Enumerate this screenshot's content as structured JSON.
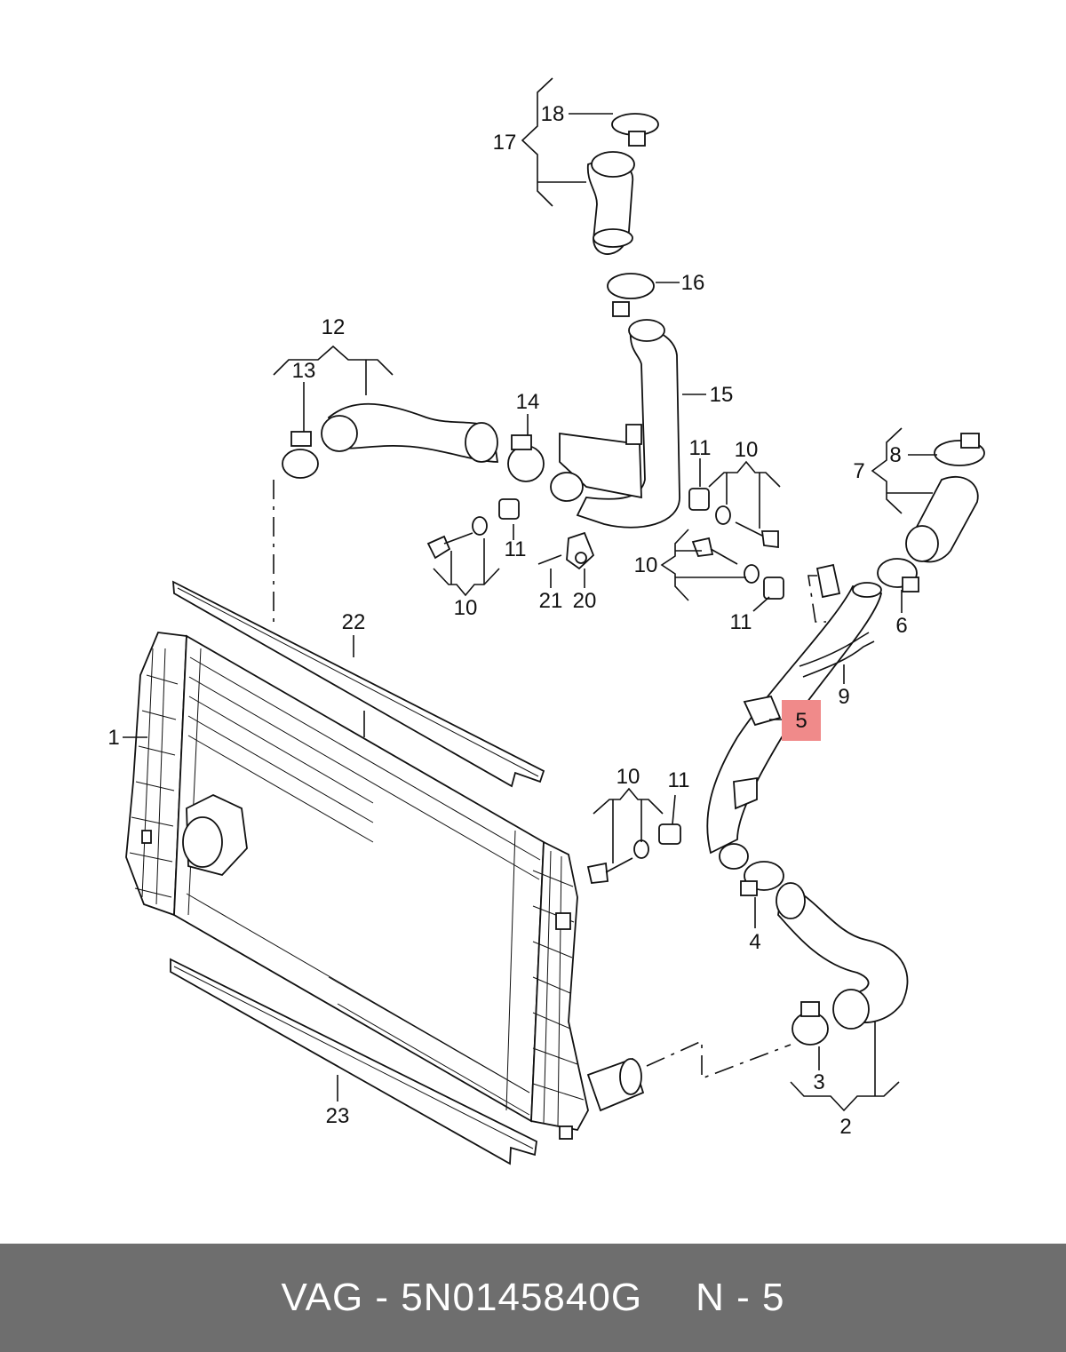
{
  "callouts": [
    {
      "id": "c1",
      "text": "1"
    },
    {
      "id": "c2",
      "text": "2"
    },
    {
      "id": "c3",
      "text": "3"
    },
    {
      "id": "c4",
      "text": "4"
    },
    {
      "id": "c5",
      "text": "5",
      "highlighted": true
    },
    {
      "id": "c6",
      "text": "6"
    },
    {
      "id": "c7",
      "text": "7"
    },
    {
      "id": "c8",
      "text": "8"
    },
    {
      "id": "c9",
      "text": "9"
    },
    {
      "id": "c10a",
      "text": "10"
    },
    {
      "id": "c10b",
      "text": "10"
    },
    {
      "id": "c10c",
      "text": "10"
    },
    {
      "id": "c10d",
      "text": "10"
    },
    {
      "id": "c11a",
      "text": "11"
    },
    {
      "id": "c11b",
      "text": "11"
    },
    {
      "id": "c11c",
      "text": "11"
    },
    {
      "id": "c11d",
      "text": "11"
    },
    {
      "id": "c12",
      "text": "12"
    },
    {
      "id": "c13",
      "text": "13"
    },
    {
      "id": "c14",
      "text": "14"
    },
    {
      "id": "c15",
      "text": "15"
    },
    {
      "id": "c16",
      "text": "16"
    },
    {
      "id": "c17",
      "text": "17"
    },
    {
      "id": "c18",
      "text": "18"
    },
    {
      "id": "c20",
      "text": "20"
    },
    {
      "id": "c21",
      "text": "21"
    },
    {
      "id": "c22",
      "text": "22"
    },
    {
      "id": "c23",
      "text": "23"
    }
  ],
  "footer": {
    "part_number": "VAG - 5N0145840G",
    "position": "N - 5"
  },
  "colors": {
    "highlight": "#f08a8a",
    "footer_bg": "#6e6e6e",
    "line": "#111111"
  }
}
